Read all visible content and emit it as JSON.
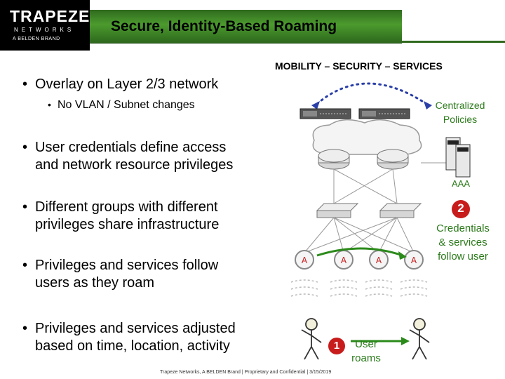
{
  "logo": {
    "name": "TRAPEZE",
    "sub": "NETWORKS",
    "brand": "A BELDEN BRAND"
  },
  "title": "Secure, Identity-Based Roaming",
  "tagline": "MOBILITY – SECURITY – SERVICES",
  "bullets": {
    "b1": "Overlay on Layer 2/3 network",
    "b1_sub": "No VLAN / Subnet changes",
    "b2_l1": "User credentials define access",
    "b2_l2": "and network resource privileges",
    "b3_l1": "Different groups with different",
    "b3_l2": "privileges share infrastructure",
    "b4_l1": "Privileges and services follow",
    "b4_l2": "users as they roam",
    "b5_l1": "Privileges and services adjusted",
    "b5_l2": "based on time, location, activity"
  },
  "diagram": {
    "centralized_l1": "Centralized",
    "centralized_l2": "Policies",
    "aaa": "AAA",
    "step2": "2",
    "cred_l1": "Credentials",
    "cred_l2": "& services",
    "cred_l3": "follow user",
    "step1": "1",
    "roam_l1": "User",
    "roam_l2": "roams"
  },
  "footer": "Trapeze Networks, A BELDEN Brand | Proprietary and Confidential | 3/15/2019",
  "colors": {
    "green": "#2b7a1a",
    "accent_red": "#c81c1c",
    "dotted_blue": "#2a3fa8"
  }
}
